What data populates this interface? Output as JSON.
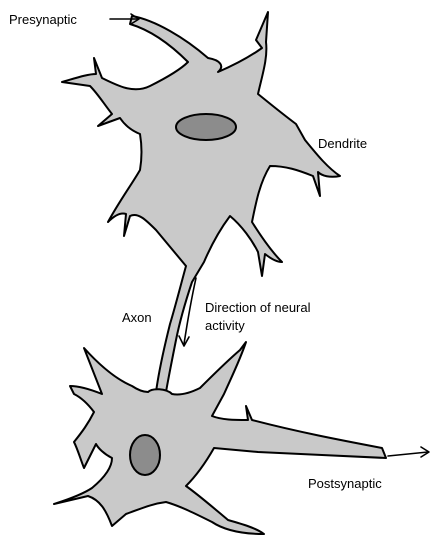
{
  "labels": {
    "presynaptic": "Presynaptic",
    "dendrite": "Dendrite",
    "axon": "Axon",
    "direction_line1": "Direction of neural",
    "direction_line2": "activity",
    "postsynaptic": "Postsynaptic"
  },
  "colors": {
    "cell_fill": "#c9c9c9",
    "nucleus_fill": "#8c8c8c",
    "outline": "#000000",
    "background": "#ffffff"
  }
}
